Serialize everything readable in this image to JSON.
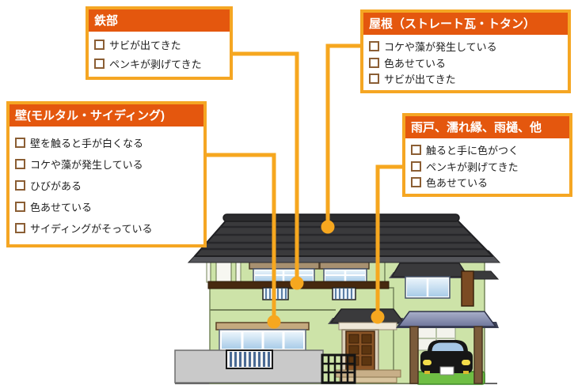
{
  "figure": {
    "type": "house-repaint-inspection-checklist",
    "language": "ja"
  },
  "callouts": [
    {
      "id": "tetsubu",
      "title": "鉄部",
      "items": [
        {
          "label": "サビが出てきた",
          "checked": false
        },
        {
          "label": "ペンキが剥げてきた",
          "checked": false
        }
      ]
    },
    {
      "id": "yane",
      "title": "屋根（ストレート瓦・トタン）",
      "items": [
        {
          "label": "コケや藻が発生している",
          "checked": false
        },
        {
          "label": "色あせている",
          "checked": false
        },
        {
          "label": "サビが出てきた",
          "checked": false
        }
      ]
    },
    {
      "id": "kabe",
      "title": "壁(モルタル・サイディング)",
      "items": [
        {
          "label": "壁を触ると手が白くなる",
          "checked": false
        },
        {
          "label": "コケや藻が発生している",
          "checked": false
        },
        {
          "label": "ひびがある",
          "checked": false
        },
        {
          "label": "色あせている",
          "checked": false
        },
        {
          "label": "サイディングがそっている",
          "checked": false
        }
      ]
    },
    {
      "id": "amado",
      "title": "雨戸、濡れ縁、雨樋、他",
      "items": [
        {
          "label": "触ると手に色がつく",
          "checked": false
        },
        {
          "label": "ペンキが剥げてきた",
          "checked": false
        },
        {
          "label": "色あせている",
          "checked": false
        }
      ]
    }
  ],
  "colors": {
    "callout_border": "#F5A623",
    "callout_header_bg": "#E4570E",
    "callout_header_text": "#FFFFFF",
    "checkbox_border": "#8B5E34",
    "item_text": "#1E1E1E",
    "connector_line": "#F6A71F",
    "roof_gray": "#3A3A3C",
    "wall_green": "#CDE3A8",
    "band_brown": "#47290F",
    "shutter_board_tan": "#A79070",
    "carport_roof_slate": "#8F96B5",
    "door_brown": "#8A5426",
    "fence_gray": "#C9C9C9",
    "grass_green": "#6FBE44"
  }
}
